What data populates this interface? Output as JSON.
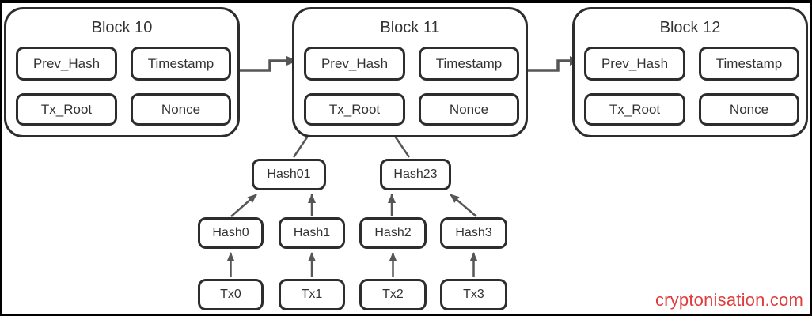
{
  "blocks": [
    {
      "title": "Block 10",
      "fields": [
        "Prev_Hash",
        "Timestamp",
        "Tx_Root",
        "Nonce"
      ]
    },
    {
      "title": "Block 11",
      "fields": [
        "Prev_Hash",
        "Timestamp",
        "Tx_Root",
        "Nonce"
      ]
    },
    {
      "title": "Block 12",
      "fields": [
        "Prev_Hash",
        "Timestamp",
        "Tx_Root",
        "Nonce"
      ]
    }
  ],
  "merkle": {
    "parents": [
      "Hash01",
      "Hash23"
    ],
    "leaf_hashes": [
      "Hash0",
      "Hash1",
      "Hash2",
      "Hash3"
    ],
    "transactions": [
      "Tx0",
      "Tx1",
      "Tx2",
      "Tx3"
    ]
  },
  "watermark": {
    "text": "cryptonisation.com",
    "color": "#e03c3c"
  },
  "colors": {
    "background": "#ffffff",
    "frame": "#000000",
    "border": "#2d2d2d",
    "arrow": "#565656",
    "text": "#333333"
  }
}
